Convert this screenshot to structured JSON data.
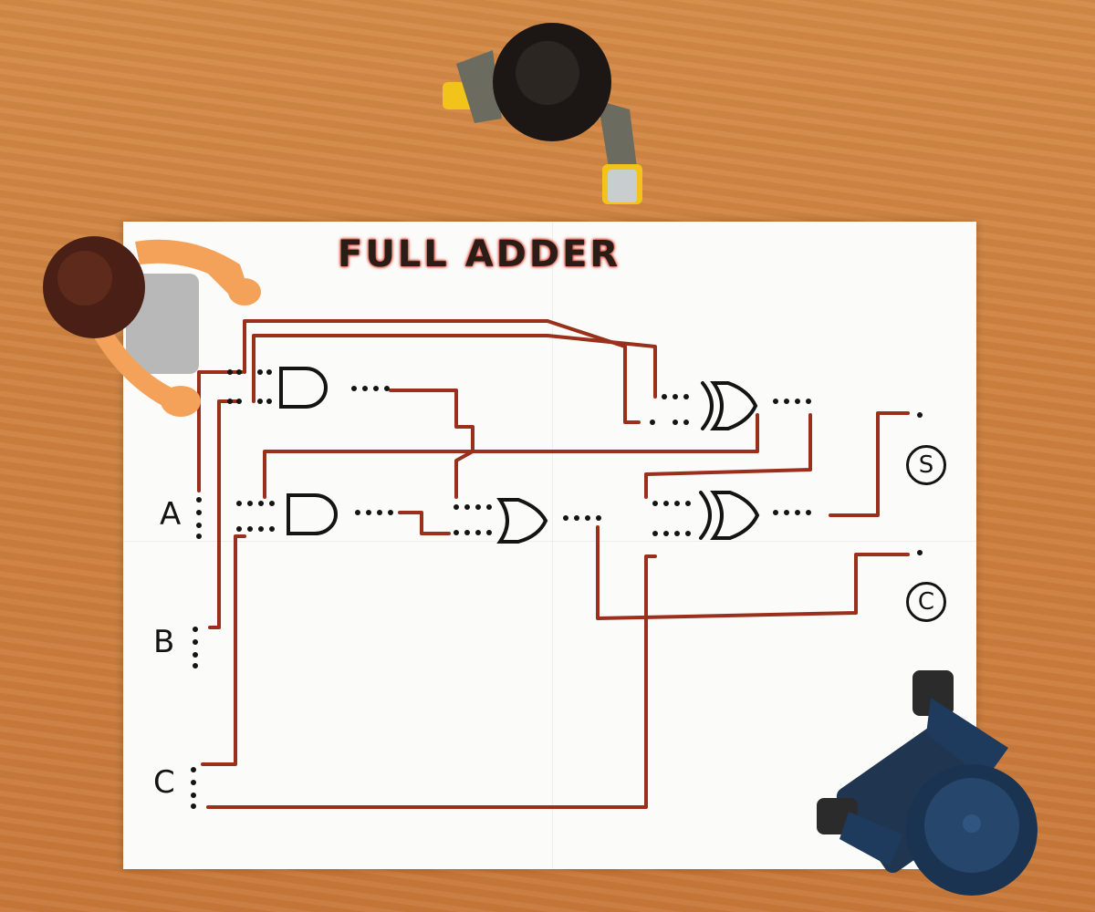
{
  "diagram": {
    "title": "FULL ADDER",
    "inputs": {
      "a": "A",
      "b": "B",
      "c": "C"
    },
    "outputs": {
      "sum": "S",
      "carry": "C"
    },
    "gates": [
      "and",
      "and",
      "xor",
      "or",
      "xor"
    ]
  },
  "colors": {
    "wire": "#9a2f1c",
    "ink": "#141414",
    "paper": "#fbfbfa",
    "table": "#d18544",
    "title_glow": "#d94a3a"
  },
  "icons": [
    "minifigure-orange-arms",
    "minifigure-grey-arms",
    "minifigure-blue-cap"
  ]
}
